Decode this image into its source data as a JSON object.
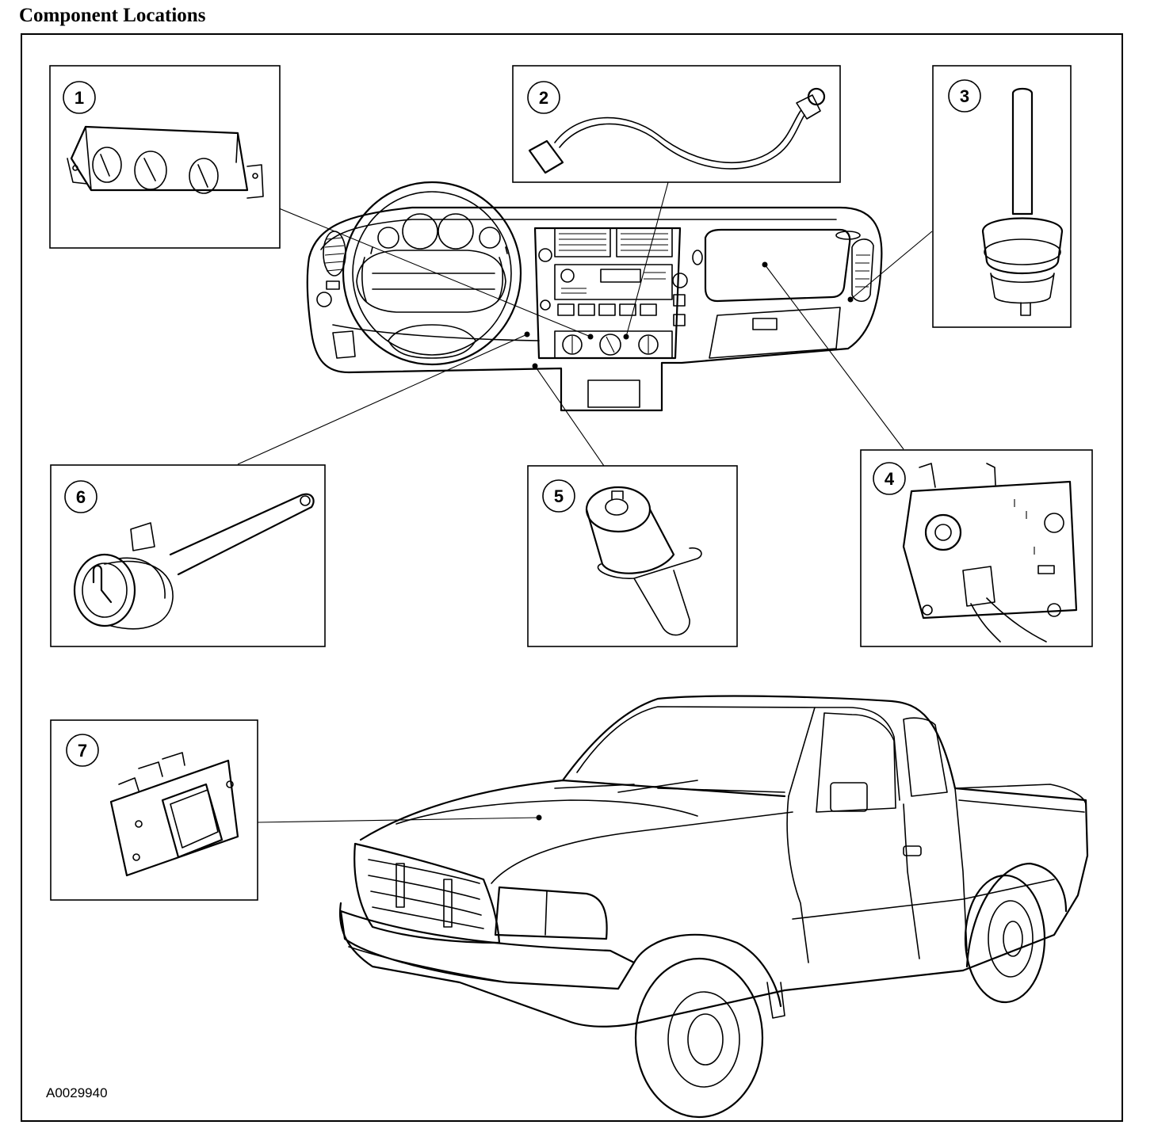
{
  "title": "Component Locations",
  "figure_id": "A0029940",
  "callouts": [
    "1",
    "2",
    "3",
    "4",
    "5",
    "6",
    "7"
  ]
}
